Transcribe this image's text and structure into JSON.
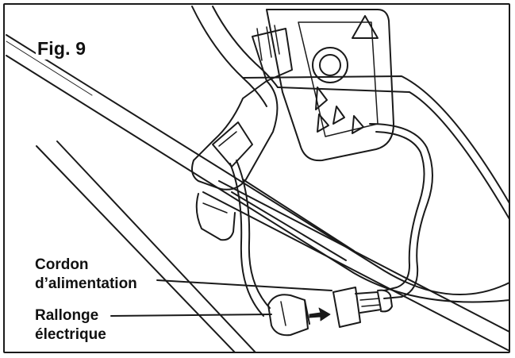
{
  "figure": {
    "title": "Fig. 9"
  },
  "callouts": {
    "power_cord": {
      "line1": "Cordon",
      "line2": "d’alimentation"
    },
    "extension_cord": {
      "line1": "Rallonge",
      "line2": "électrique"
    }
  },
  "colors": {
    "ink": "#1a1a1a",
    "background": "#ffffff"
  }
}
